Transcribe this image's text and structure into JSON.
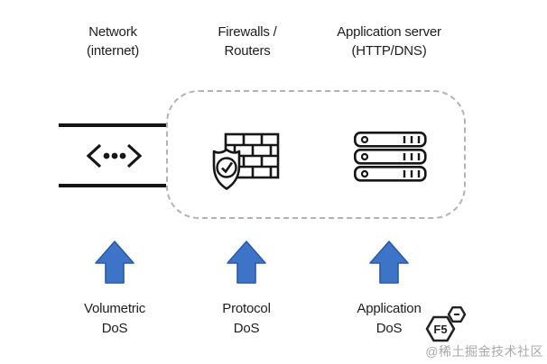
{
  "columns": [
    {
      "top_label": {
        "line1": "Network",
        "line2": "(internet)"
      },
      "bottom_label": {
        "line1": "Volumetric",
        "line2": "DoS"
      }
    },
    {
      "top_label": {
        "line1": "Firewalls /",
        "line2": "Routers"
      },
      "bottom_label": {
        "line1": "Protocol",
        "line2": "DoS"
      }
    },
    {
      "top_label": {
        "line1": "Application server",
        "line2": "(HTTP/DNS)"
      },
      "bottom_label": {
        "line1": "Application",
        "line2": "DoS"
      }
    }
  ],
  "icons": {
    "network": "network-traffic-icon",
    "firewall": "firewall-shield-check-icon",
    "server": "server-stack-icon",
    "arrow": "up-arrow-icon",
    "logo": "f5-logo"
  },
  "logo": {
    "text": "F5"
  },
  "watermark": "@稀土掘金技术社区",
  "colors": {
    "arrow_fill": "#3e74c7",
    "arrow_stroke": "#2b59a5",
    "icon_stroke": "#161616",
    "dashed_border": "#b3b3b3",
    "text": "#1e1e1e",
    "watermark": "#a9a9a9"
  }
}
